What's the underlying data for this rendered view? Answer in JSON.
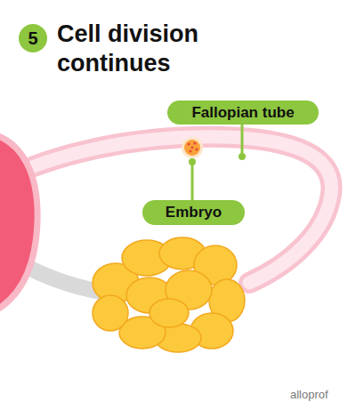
{
  "diagram": {
    "title": "Cell division continues",
    "nodes": [
      {
        "text": [
          "5"
        ]
      },
      {
        "text": [
          "Fallopian tube"
        ]
      },
      {
        "text": [
          "Embryo"
        ]
      }
    ],
    "edges": [],
    "labels": [
      "alloprof"
    ]
  }
}
